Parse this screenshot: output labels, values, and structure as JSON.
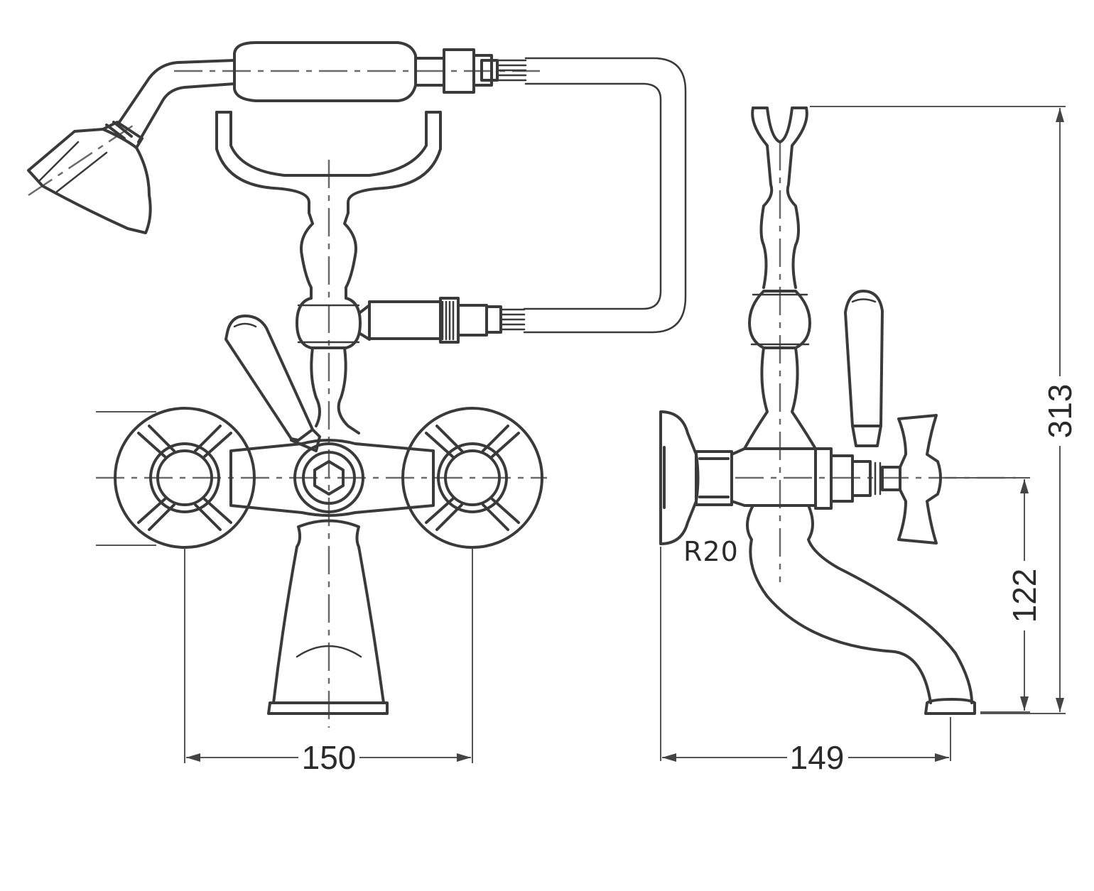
{
  "dimensions": {
    "width_label": "150",
    "depth_label": "149",
    "total_height_label": "313",
    "spout_height_label": "122",
    "radius_label": "R20"
  }
}
